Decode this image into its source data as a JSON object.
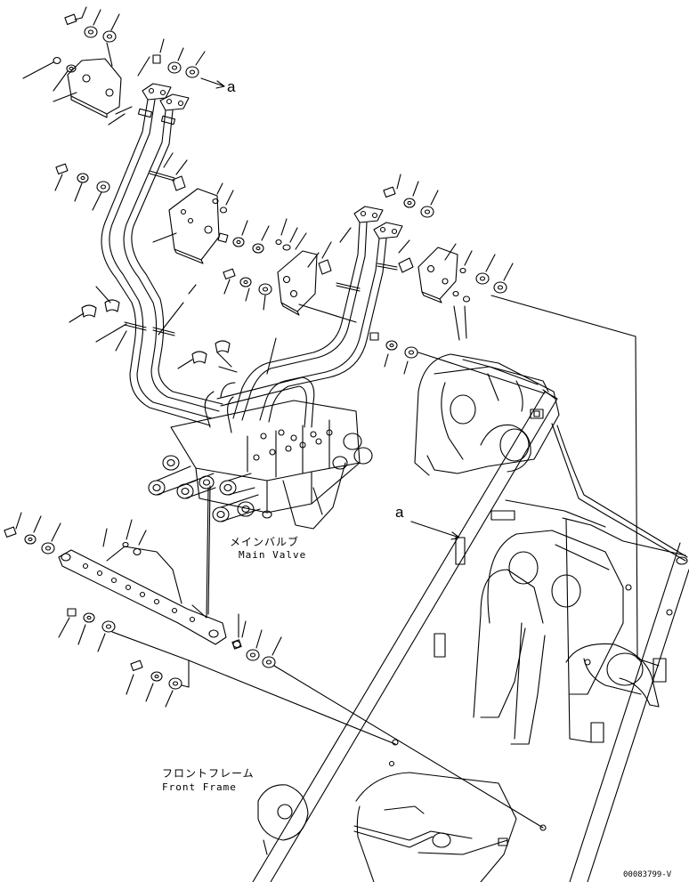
{
  "labels": {
    "main_valve_jp": "メインバルブ",
    "main_valve_en": "Main Valve",
    "front_frame_jp": "フロントフレーム",
    "front_frame_en": "Front Frame"
  },
  "reference_marks": {
    "top": "a",
    "frame": "a"
  },
  "drawing_code": "00083799-V"
}
